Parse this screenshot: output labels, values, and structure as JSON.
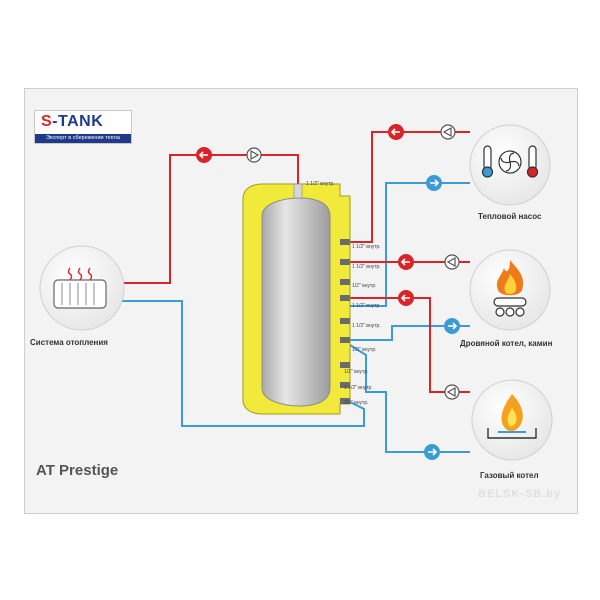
{
  "brand": {
    "logo": "S-TANK",
    "tagline": "Эксперт в сбережении тепла"
  },
  "product_name": "AT Prestige",
  "watermark": "BELSK-SB.by",
  "devices": {
    "heating_system": "Система отопления",
    "heat_pump": "Тепловой насос",
    "wood_boiler": "Дровяной котел, камин",
    "gas_boiler": "Газовый котел"
  },
  "ports": {
    "top": "1 1/2\" внутр.",
    "p1": "1 1/2\" внутр.",
    "p2": "1 1/2\" внутр.",
    "p3": "1/2\" внутр.",
    "p4": "1 1/2\" внутр.",
    "p5": "1 1/2\" внутр.",
    "p6": "1/2\" внутр.",
    "p7": "1/2\" внутр.",
    "p8": "1 1/2\" внутр.",
    "p9": "1/2\" внутр."
  },
  "colors": {
    "hot": "#d9252a",
    "cold": "#3a9bd5",
    "insulation": "#f2ea3a",
    "tank": "#c9c9c9",
    "text": "#333333"
  }
}
